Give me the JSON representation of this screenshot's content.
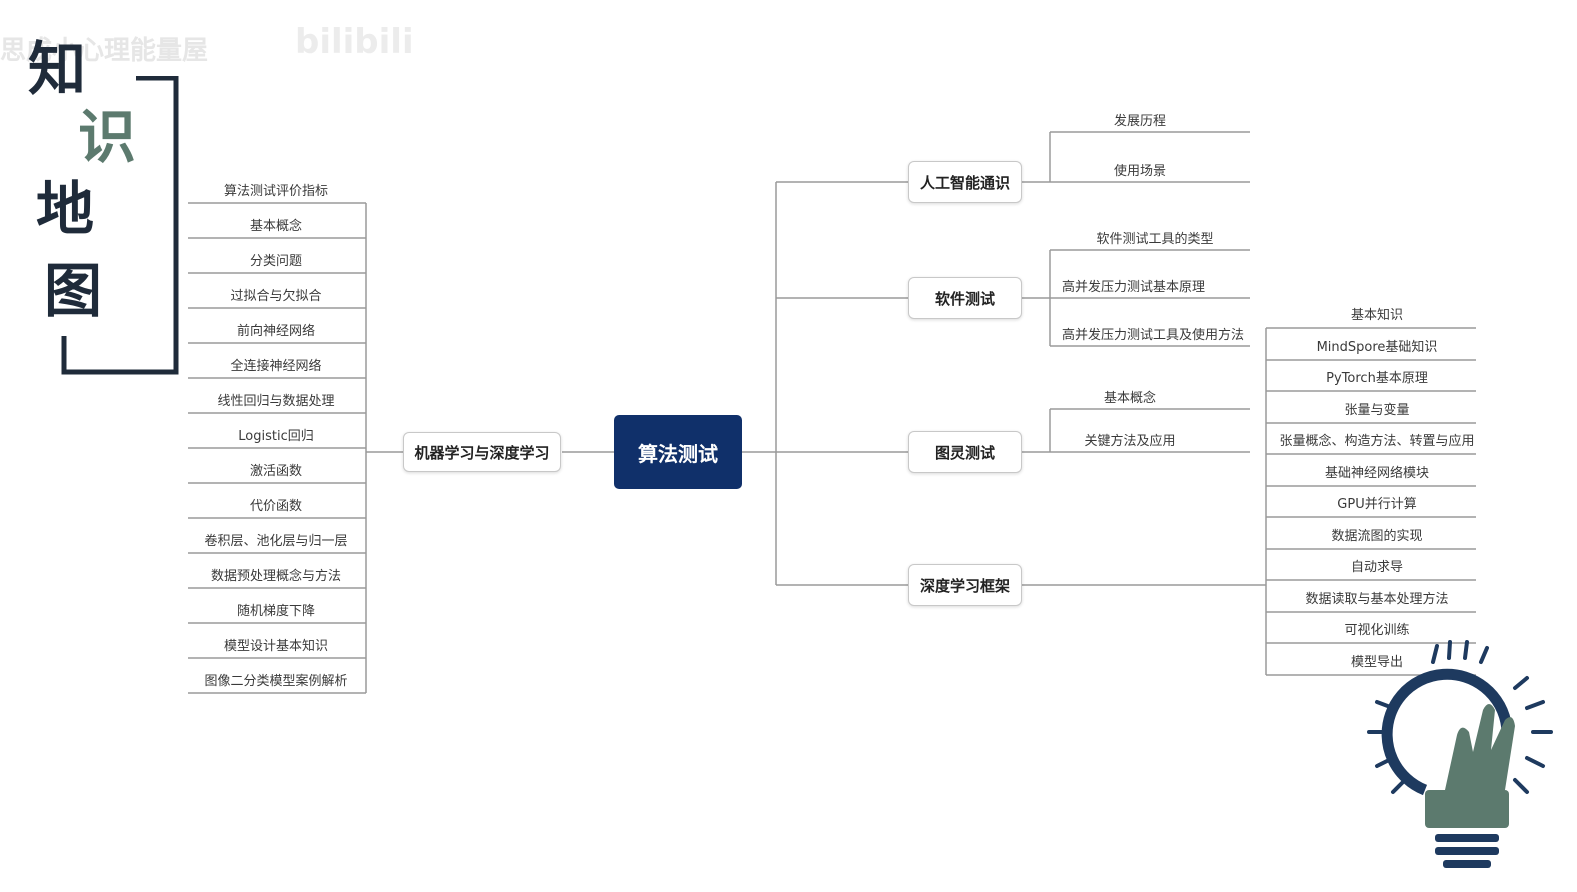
{
  "watermark": {
    "text": "思成小心理能量屋",
    "bilibili": "bilibili"
  },
  "title": {
    "chars": [
      "知",
      "识",
      "地",
      "图"
    ]
  },
  "colors": {
    "center_bg": "#10306a",
    "title_dark": "#1f2b3a",
    "title_green": "#5c7a6e",
    "bulb_blue": "#1e3a5f",
    "bulb_green": "#5c7a6e"
  },
  "mindmap": {
    "root": "算法测试",
    "left_branch": {
      "label": "机器学习与深度学习",
      "items": [
        "算法测试评价指标",
        "基本概念",
        "分类问题",
        "过拟合与欠拟合",
        "前向神经网络",
        "全连接神经网络",
        "线性回归与数据处理",
        "Logistic回归",
        "激活函数",
        "代价函数",
        "卷积层、池化层与归一层",
        "数据预处理概念与方法",
        "随机梯度下降",
        "模型设计基本知识",
        "图像二分类模型案例解析"
      ]
    },
    "right_branches": [
      {
        "label": "人工智能通识",
        "items": [
          "发展历程",
          "使用场景"
        ]
      },
      {
        "label": "软件测试",
        "items": [
          "软件测试工具的类型",
          "高并发压力测试基本原理",
          "高并发压力测试工具及使用方法"
        ]
      },
      {
        "label": "图灵测试",
        "items": [
          "基本概念",
          "关键方法及应用"
        ]
      },
      {
        "label": "深度学习框架",
        "items": [
          "基本知识",
          "MindSpore基础知识",
          "PyTorch基本原理",
          "张量与变量",
          "张量概念、构造方法、转置与应用",
          "基础神经网络模块",
          "GPU并行计算",
          "数据流图的实现",
          "自动求导",
          "数据读取与基本处理方法",
          "可视化训练",
          "模型导出"
        ]
      }
    ]
  }
}
